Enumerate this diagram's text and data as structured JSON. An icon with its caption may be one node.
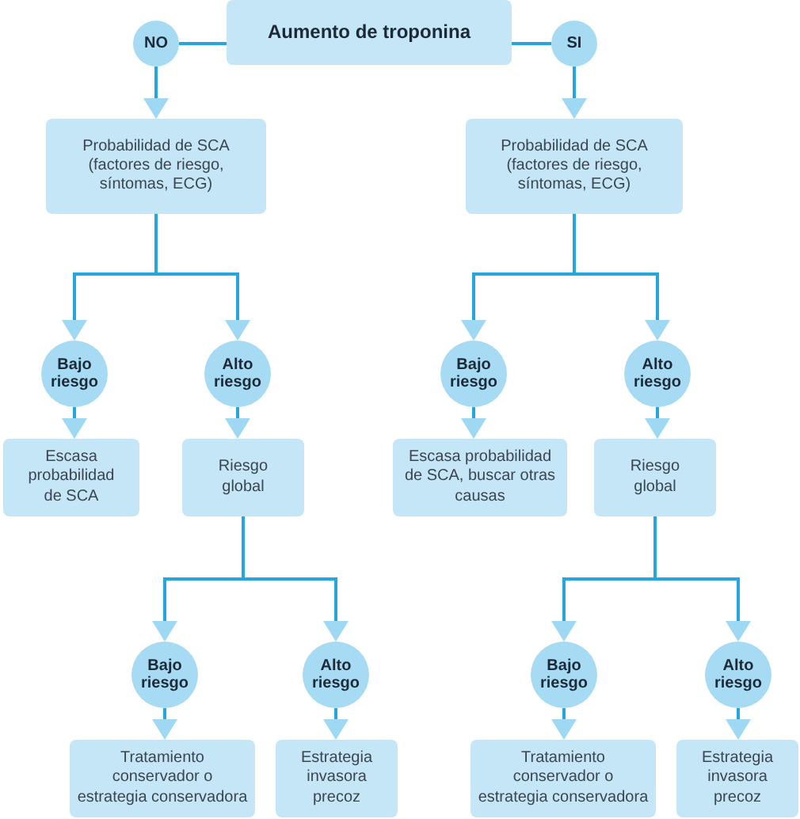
{
  "diagram": {
    "nodes": [
      {
        "text": [
          "Aumento de troponina"
        ]
      },
      {
        "text": [
          "NO"
        ]
      },
      {
        "text": [
          "SI"
        ]
      },
      {
        "text": [
          "Probabilidad de SCA (factores de riesgo, síntomas, ECG)"
        ]
      },
      {
        "text": [
          "Probabilidad de SCA (factores de riesgo, síntomas, ECG)"
        ]
      },
      {
        "text": [
          "Bajo riesgo"
        ]
      },
      {
        "text": [
          "Alto riesgo"
        ]
      },
      {
        "text": [
          "Bajo riesgo"
        ]
      },
      {
        "text": [
          "Alto riesgo"
        ]
      },
      {
        "text": [
          "Escasa probabilidad de SCA"
        ]
      },
      {
        "text": [
          "Riesgo global"
        ]
      },
      {
        "text": [
          "Escasa probabilidad de SCA, buscar otras causas"
        ]
      },
      {
        "text": [
          "Riesgo global"
        ]
      },
      {
        "text": [
          "Bajo riesgo"
        ]
      },
      {
        "text": [
          "Alto riesgo"
        ]
      },
      {
        "text": [
          "Bajo riesgo"
        ]
      },
      {
        "text": [
          "Alto riesgo"
        ]
      },
      {
        "text": [
          "Tratamiento conservador o estrategia conservadora"
        ]
      },
      {
        "text": [
          "Estrategia invasora precoz"
        ]
      },
      {
        "text": [
          "Tratamiento conservador o estrategia conservadora"
        ]
      },
      {
        "text": [
          "Estrategia invasora precoz"
        ]
      }
    ],
    "edges": [
      {
        "from": 0,
        "to": 1,
        "arrow": "none"
      },
      {
        "from": 0,
        "to": 2,
        "arrow": "none"
      },
      {
        "from": 1,
        "to": 3,
        "arrow": "to"
      },
      {
        "from": 2,
        "to": 4,
        "arrow": "to"
      },
      {
        "from": 3,
        "to": 5,
        "arrow": "to"
      },
      {
        "from": 3,
        "to": 6,
        "arrow": "to"
      },
      {
        "from": 4,
        "to": 7,
        "arrow": "to"
      },
      {
        "from": 4,
        "to": 8,
        "arrow": "to"
      },
      {
        "from": 5,
        "to": 9,
        "arrow": "to"
      },
      {
        "from": 6,
        "to": 10,
        "arrow": "to"
      },
      {
        "from": 7,
        "to": 11,
        "arrow": "to"
      },
      {
        "from": 8,
        "to": 12,
        "arrow": "to"
      },
      {
        "from": 10,
        "to": 13,
        "arrow": "to"
      },
      {
        "from": 10,
        "to": 14,
        "arrow": "to"
      },
      {
        "from": 12,
        "to": 15,
        "arrow": "to"
      },
      {
        "from": 12,
        "to": 16,
        "arrow": "to"
      },
      {
        "from": 13,
        "to": 17,
        "arrow": "to"
      },
      {
        "from": 14,
        "to": 18,
        "arrow": "to"
      },
      {
        "from": 15,
        "to": 19,
        "arrow": "to"
      },
      {
        "from": 16,
        "to": 20,
        "arrow": "to"
      }
    ]
  }
}
